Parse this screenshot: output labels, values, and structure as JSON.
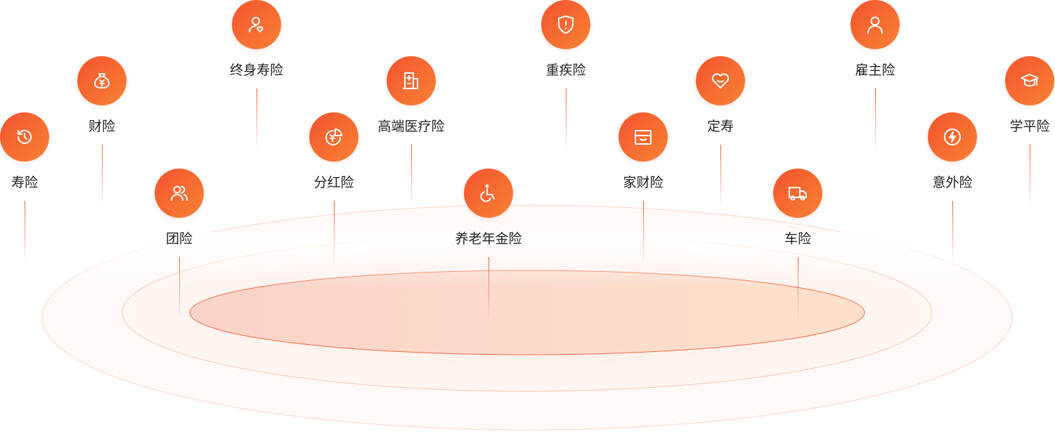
{
  "colors": {
    "accent_start": "#F4532F",
    "accent_end": "#F88234",
    "text": "#222222"
  },
  "items": [
    {
      "label": "寿险",
      "icon": "history-icon"
    },
    {
      "label": "财险",
      "icon": "money-bag-icon"
    },
    {
      "label": "终身寿险",
      "icon": "user-heart-icon"
    },
    {
      "label": "团险",
      "icon": "group-icon"
    },
    {
      "label": "分红险",
      "icon": "yuan-pie-icon"
    },
    {
      "label": "高端医疗险",
      "icon": "hospital-icon"
    },
    {
      "label": "养老年金险",
      "icon": "wheelchair-icon"
    },
    {
      "label": "重疾险",
      "icon": "shield-alert-icon"
    },
    {
      "label": "家财险",
      "icon": "archive-box-icon"
    },
    {
      "label": "定寿",
      "icon": "heart-smile-icon"
    },
    {
      "label": "车险",
      "icon": "truck-icon"
    },
    {
      "label": "雇主险",
      "icon": "user-icon"
    },
    {
      "label": "意外险",
      "icon": "lightning-icon"
    },
    {
      "label": "学平险",
      "icon": "graduation-cap-icon"
    }
  ]
}
